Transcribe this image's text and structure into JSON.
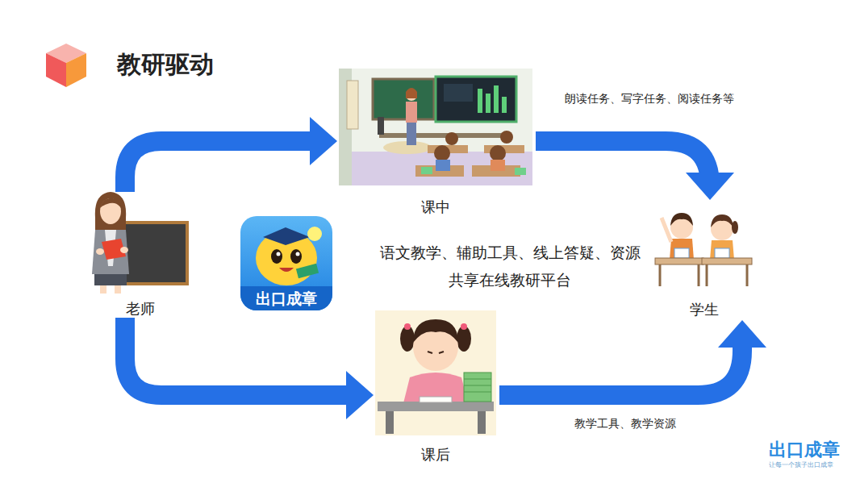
{
  "diagram": {
    "title": "教研驱动",
    "nodes": [
      {
        "text": [
          "老师"
        ]
      },
      {
        "text": [
          "课中"
        ]
      },
      {
        "text": [
          "课后"
        ]
      },
      {
        "text": [
          "学生"
        ]
      },
      {
        "text": [
          "出口成章"
        ]
      }
    ],
    "edges": [
      {
        "from": 0,
        "to": 1,
        "arrow": "to"
      },
      {
        "from": 0,
        "to": 2,
        "arrow": "to"
      },
      {
        "from": 1,
        "to": 3,
        "label": "朗读任务、写字任务、阅读任务等",
        "arrow": "to"
      },
      {
        "from": 2,
        "to": 3,
        "label": "教学工具、教学资源",
        "arrow": "to"
      }
    ],
    "labels": [
      "语文教学、辅助工具、线上答疑、资源共享在线教研平台",
      "出口成章",
      "让每一个孩子出口成章"
    ]
  }
}
